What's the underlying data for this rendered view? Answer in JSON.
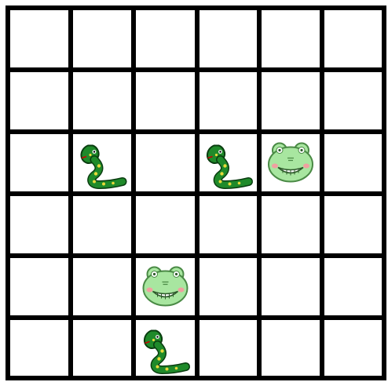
{
  "board": {
    "rows": 6,
    "cols": 6,
    "line_color": "#000000",
    "background": "#ffffff"
  },
  "pieces": [
    {
      "type": "snake",
      "row": 2,
      "col": 1
    },
    {
      "type": "snake",
      "row": 2,
      "col": 3
    },
    {
      "type": "frog",
      "row": 2,
      "col": 4
    },
    {
      "type": "frog",
      "row": 4,
      "col": 2
    },
    {
      "type": "snake",
      "row": 5,
      "col": 2
    }
  ],
  "colors": {
    "snake_body": "#1f8a2a",
    "snake_outline": "#0a3d10",
    "snake_spots": "#e8d93a",
    "frog_face": "#a8e6a0",
    "frog_outline": "#4a8a45",
    "frog_cheek": "#f0a0a0"
  },
  "icons": {
    "snake": "snake-icon",
    "frog": "frog-icon"
  }
}
